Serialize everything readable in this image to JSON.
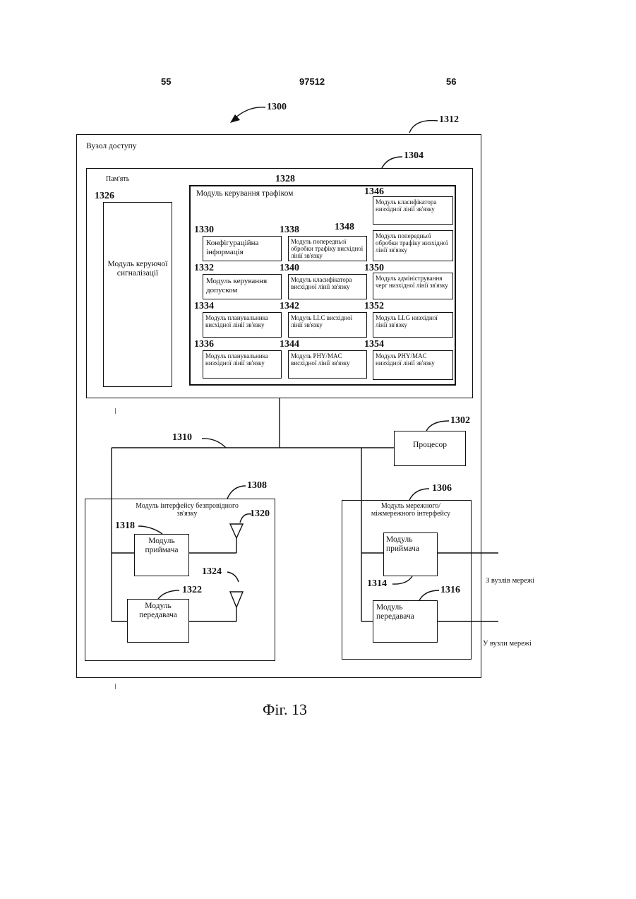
{
  "header": {
    "left_page": "55",
    "doc_number": "97512",
    "right_page": "56"
  },
  "figure": {
    "ref": "1300",
    "caption": "Фіг. 13",
    "access_node": {
      "ref": "1312",
      "label": "Вузол доступу"
    },
    "memory": {
      "ref": "1304",
      "label": "Пам'ять",
      "control_signaling": {
        "ref": "1326",
        "label": "Модуль керуючої сигналізації"
      },
      "traffic_control": {
        "ref": "1328",
        "label": "Модуль керування трафіком",
        "modules": [
          {
            "ref": "1330",
            "label": "Конфігураційна інформація"
          },
          {
            "ref": "1338",
            "label": "Модуль попередньої обробки трафіку висхідної лінії зв'язку"
          },
          {
            "ref": "1346",
            "label": "Модуль класифікатора низхідної лінії зв'язку"
          },
          {
            "ref": "1348",
            "label": "Модуль попередньої обробки трафіку низхідної лінії зв'язку"
          },
          {
            "ref": "1332",
            "label": "Модуль керування допуском"
          },
          {
            "ref": "1340",
            "label": "Модуль класифікатора висхідної лінії зв'язку"
          },
          {
            "ref": "1350",
            "label": "Модуль адміністрування черг низхідної лінії зв'язку"
          },
          {
            "ref": "1334",
            "label": "Модуль планувальника висхідної лінії зв'язку"
          },
          {
            "ref": "1342",
            "label": "Модуль LLC висхідної лінії зв'язку"
          },
          {
            "ref": "1352",
            "label": "Модуль LLG низхідної лінії зв'язку"
          },
          {
            "ref": "1336",
            "label": "Модуль планувальника низхідної лінії зв'язку"
          },
          {
            "ref": "1344",
            "label": "Модуль PHY/MAC висхідної лінії зв'язку"
          },
          {
            "ref": "1354",
            "label": "Модуль PHY/MAC низхідної лінії зв'язку"
          }
        ]
      }
    },
    "processor": {
      "ref": "1302",
      "label": "Процесор"
    },
    "bus": {
      "ref": "1310"
    },
    "wireless_interface": {
      "ref": "1308",
      "label": "Модуль інтерфейсу безпровідного зв'язку",
      "receiver": {
        "ref": "1318",
        "label": "Модуль приймача"
      },
      "transmitter": {
        "ref": "1322",
        "label": "Модуль передавача"
      },
      "rx_antenna": {
        "ref": "1320"
      },
      "tx_antenna": {
        "ref": "1324"
      }
    },
    "network_interface": {
      "ref": "1306",
      "label": "Модуль мережного/міжмережного інтерфейсу",
      "receiver": {
        "ref": "1314",
        "label": "Модуль приймача"
      },
      "transmitter": {
        "ref": "1316",
        "label": "Модуль передавача"
      }
    },
    "external": {
      "from_nodes": "З вузлів мережі",
      "to_nodes": "У вузли мережі"
    }
  }
}
